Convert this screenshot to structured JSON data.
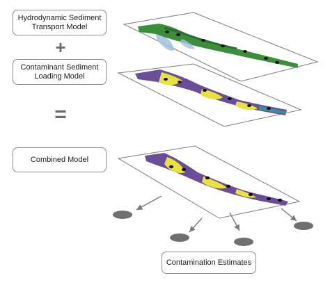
{
  "boxes": {
    "hydro": "Hydrodynamic  Sediment\nTransport Model",
    "contaminant": "Contaminant Sediment\nLoading Model",
    "combined": "Combined Model",
    "estimates": "Contamination Estimates"
  },
  "operators": {
    "plus": "+",
    "equals": "="
  },
  "colors": {
    "outline": "#8a8a8a",
    "operator": "#6b6b6b",
    "ellipse": "#6f6f6f",
    "arrow": "#7a7a7a",
    "river_green": "#3c8f3a",
    "river_dark": "#2e6b34",
    "river_light": "#8fb9d6",
    "contam_purple": "#6b4e9a",
    "contam_yellow": "#e8e23a",
    "contam_teal": "#3c8f96",
    "marker": "#111111"
  },
  "icons": {
    "output_marker": "gray-ellipse",
    "flow_arrow": "arrow"
  }
}
